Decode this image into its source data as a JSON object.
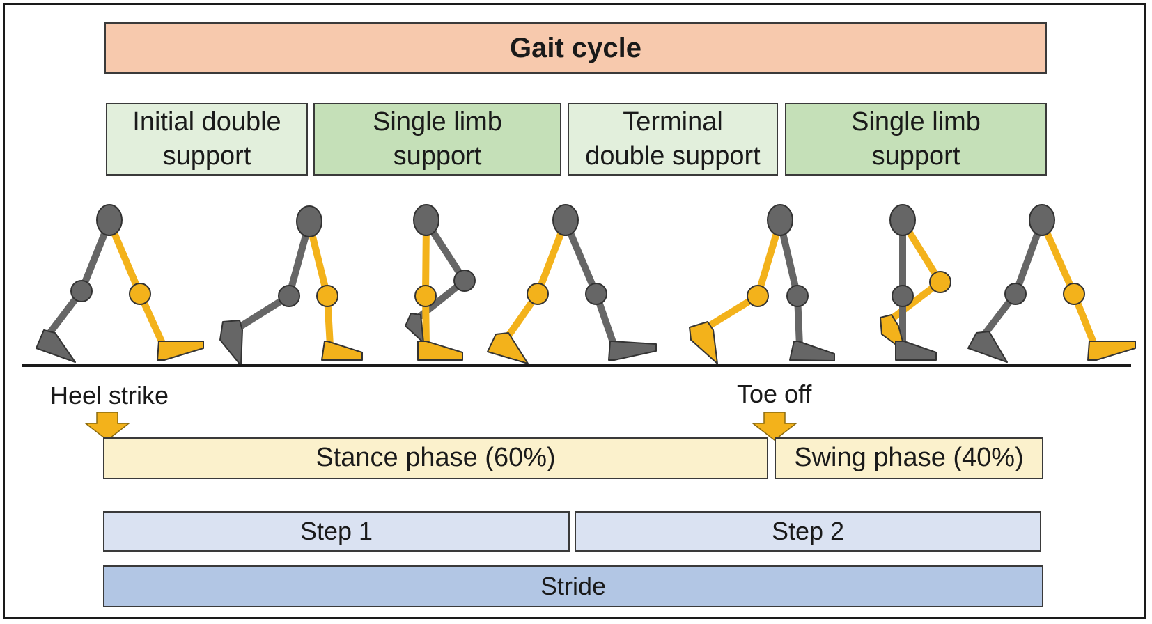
{
  "title": "Gait cycle",
  "sub_phases": [
    {
      "line1": "Initial double",
      "line2": "support"
    },
    {
      "line1": "Single limb",
      "line2": "support"
    },
    {
      "line1": "Terminal",
      "line2": "double support"
    },
    {
      "line1": "Single limb",
      "line2": "support"
    }
  ],
  "events": {
    "heel_strike": "Heel strike",
    "toe_off": "Toe off"
  },
  "phases": {
    "stance": "Stance phase (60%)",
    "swing": "Swing phase (40%)"
  },
  "steps": {
    "step1": "Step 1",
    "step2": "Step 2"
  },
  "stride": "Stride",
  "colors": {
    "gait_cycle": "#f7c9ad",
    "double_support": "#e2efdc",
    "single_support": "#c5e0b8",
    "phase": "#fbf1cc",
    "step": "#dae2f2",
    "stride": "#b2c6e4",
    "leg_dark": "#666666",
    "leg_yellow": "#f3b21b",
    "arrow": "#f3b21b"
  }
}
